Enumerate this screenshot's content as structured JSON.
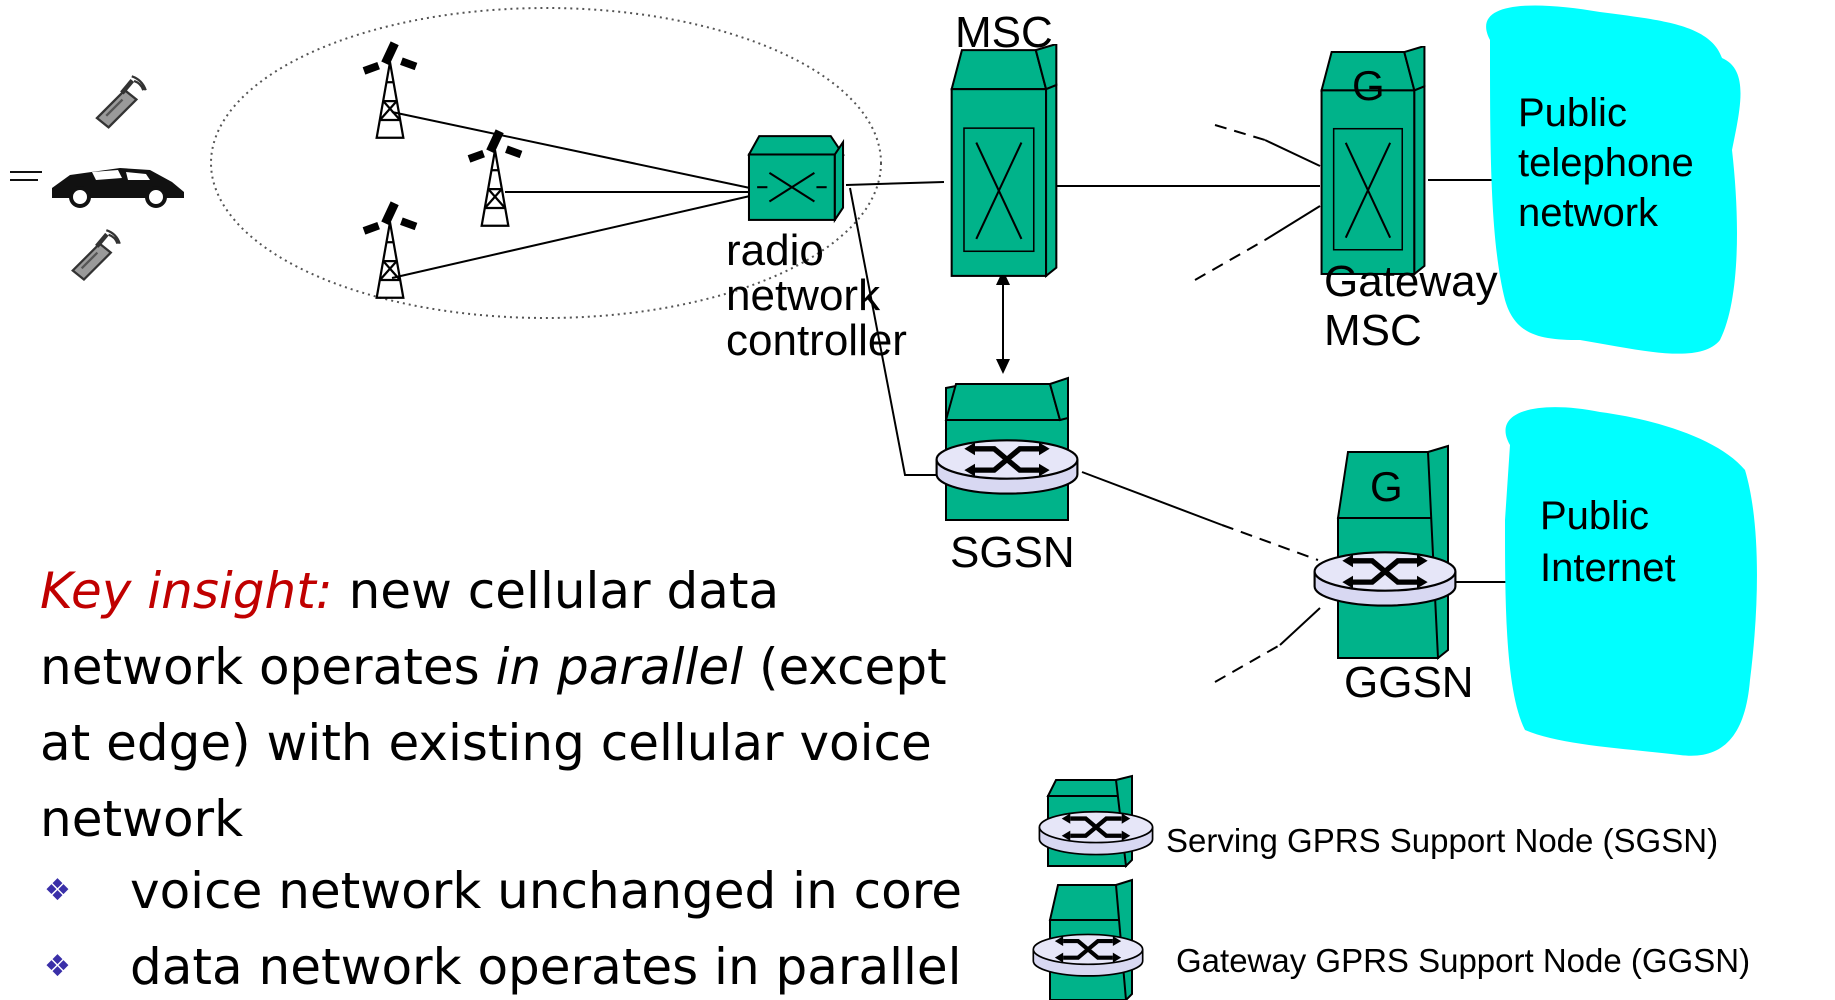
{
  "nodes": {
    "msc": "MSC",
    "gateway_msc_letter": "G",
    "gateway_msc": [
      "Gateway",
      "MSC"
    ],
    "rnc": [
      "radio",
      "network",
      "controller"
    ],
    "sgsn": "SGSN",
    "ggsn_letter": "G",
    "ggsn": "GGSN"
  },
  "clouds": {
    "telephone": [
      "Public",
      "telephone",
      "network"
    ],
    "internet": [
      "Public",
      "Internet"
    ]
  },
  "legend": {
    "sgsn": "Serving GPRS Support Node (SGSN)",
    "ggsn": "Gateway GPRS Support Node (GGSN)"
  },
  "insight": {
    "key": "Key insight:",
    "text1": "new cellular data network operates",
    "emph": "in parallel",
    "text2": "(except at edge) with existing cellular voice network"
  },
  "bullets": [
    "voice network unchanged in core",
    "data network operates in parallel"
  ],
  "icons": {
    "antenna": "antenna-tower-icon",
    "phone": "mobile-phone-icon",
    "car": "car-icon",
    "switch": "switch-box-icon",
    "router": "router-disc-icon",
    "cloud": "network-cloud-icon"
  },
  "colors": {
    "node_green": "#00b38a",
    "router_lavender": "#d8d8f2",
    "cloud_cyan": "#00ffff",
    "key_red": "#c00000",
    "bullet_blue": "#3a2fa8"
  }
}
